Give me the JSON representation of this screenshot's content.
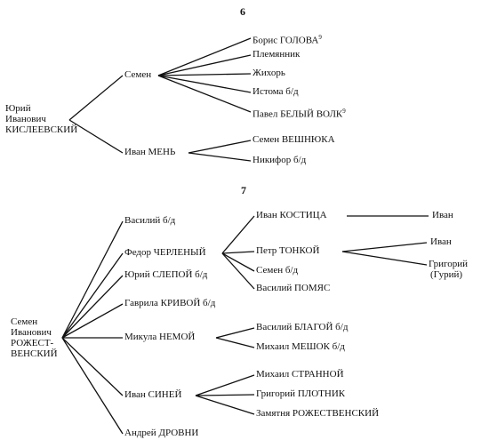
{
  "chart6": {
    "number": "6",
    "root": [
      "Юрий",
      "Иванович",
      "КИСЛЕЕВСКИЙ"
    ],
    "semen": "Семен",
    "semen_children": [
      "Борис ГОЛОВА",
      "Племянник",
      "Жихорь",
      "Истома б/д",
      "Павел БЕЛЫЙ ВОЛК"
    ],
    "footnote": "9",
    "ivan": "Иван МЕНЬ",
    "ivan_children": [
      "Семен ВЕШНЮКА",
      "Никифор б/д"
    ]
  },
  "chart7": {
    "number": "7",
    "root": [
      "Семен",
      "Иванович",
      "РОЖЕСТ-",
      "ВЕНСКИЙ"
    ],
    "children": [
      "Василий б/д",
      "Федор ЧЕРЛЕНЫЙ",
      "Юрий СЛЕПОЙ б/д",
      "Гаврила КРИВОЙ б/д",
      "Микула НЕМОЙ",
      "Иван СИНЕЙ",
      "Андрей ДРОВНИ"
    ],
    "fedor_children": [
      "Иван КОСТИЦА",
      "Петр ТОНКОЙ",
      "Семен б/д",
      "Василий ПОМЯС"
    ],
    "kostitsa_child": "Иван",
    "tonkoy_children": [
      "Иван",
      "Григорий",
      "(Гурий)"
    ],
    "mikula_children": [
      "Василий БЛАГОЙ б/д",
      "Михаил МЕШОК б/д"
    ],
    "sinei_children": [
      "Михаил СТРАННОЙ",
      "Григорий ПЛОТНИК",
      "Замятня РОЖЕСТВЕНСКИЙ"
    ]
  }
}
